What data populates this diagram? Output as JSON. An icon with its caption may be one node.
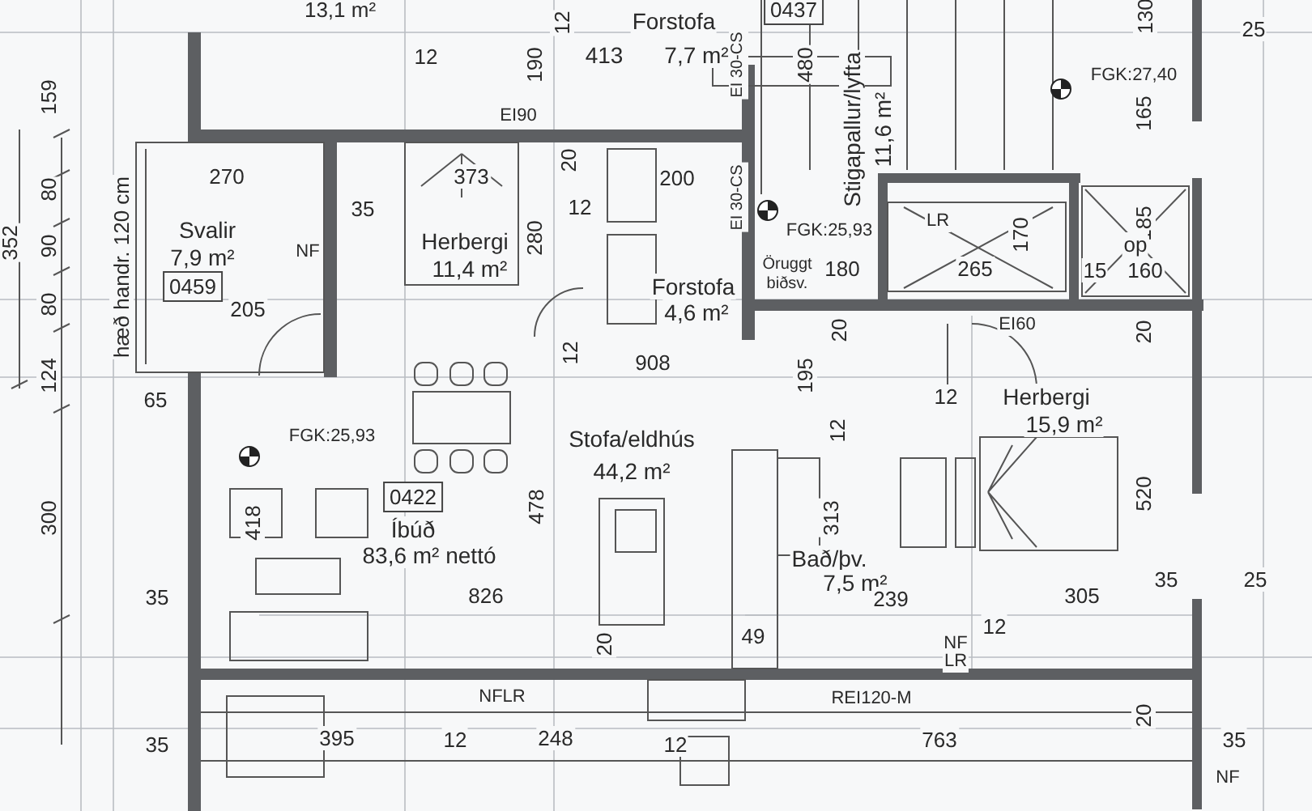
{
  "diagram": {
    "labels": [
      "13,1 m²",
      "12",
      "12",
      "190",
      "Forstofa",
      "413",
      "7,7 m²",
      "0437",
      "130",
      "25",
      "EI 30-CS",
      "480",
      "FGK:27,40",
      "165",
      "159",
      "EI90",
      "Stigapallur/lyfta",
      "11,6 m²",
      "270",
      "373",
      "200",
      "20",
      "35",
      "12",
      "Svalir",
      "7,9 m²",
      "0459",
      "NF",
      "Herbergi",
      "11,4 m²",
      "280",
      "EI 30-CS",
      "FGK:25,93",
      "LR",
      "170",
      "185",
      "op",
      "352",
      "80",
      "90",
      "80",
      "hæð handr. 120 cm",
      "Öruggt",
      "biðsv.",
      "180",
      "265",
      "15",
      "160",
      "205",
      "Forstofa",
      "4,6 m²",
      "20",
      "EI60",
      "20",
      "124",
      "12",
      "908",
      "195",
      "12",
      "Herbergi",
      "15,9 m²",
      "65",
      "FGK:25,93",
      "Stofa/eldhús",
      "44,2 m²",
      "12",
      "0422",
      "418",
      "Íbúð",
      "83,6 m² nettó",
      "478",
      "313",
      "520",
      "300",
      "Bað/þv.",
      "7,5 m²",
      "35",
      "826",
      "239",
      "305",
      "35",
      "25",
      "49",
      "12",
      "NF",
      "LR",
      "20",
      "NFLR",
      "REI120-M",
      "395",
      "12",
      "248",
      "763",
      "20",
      "35",
      "12",
      "35",
      "NF"
    ]
  }
}
